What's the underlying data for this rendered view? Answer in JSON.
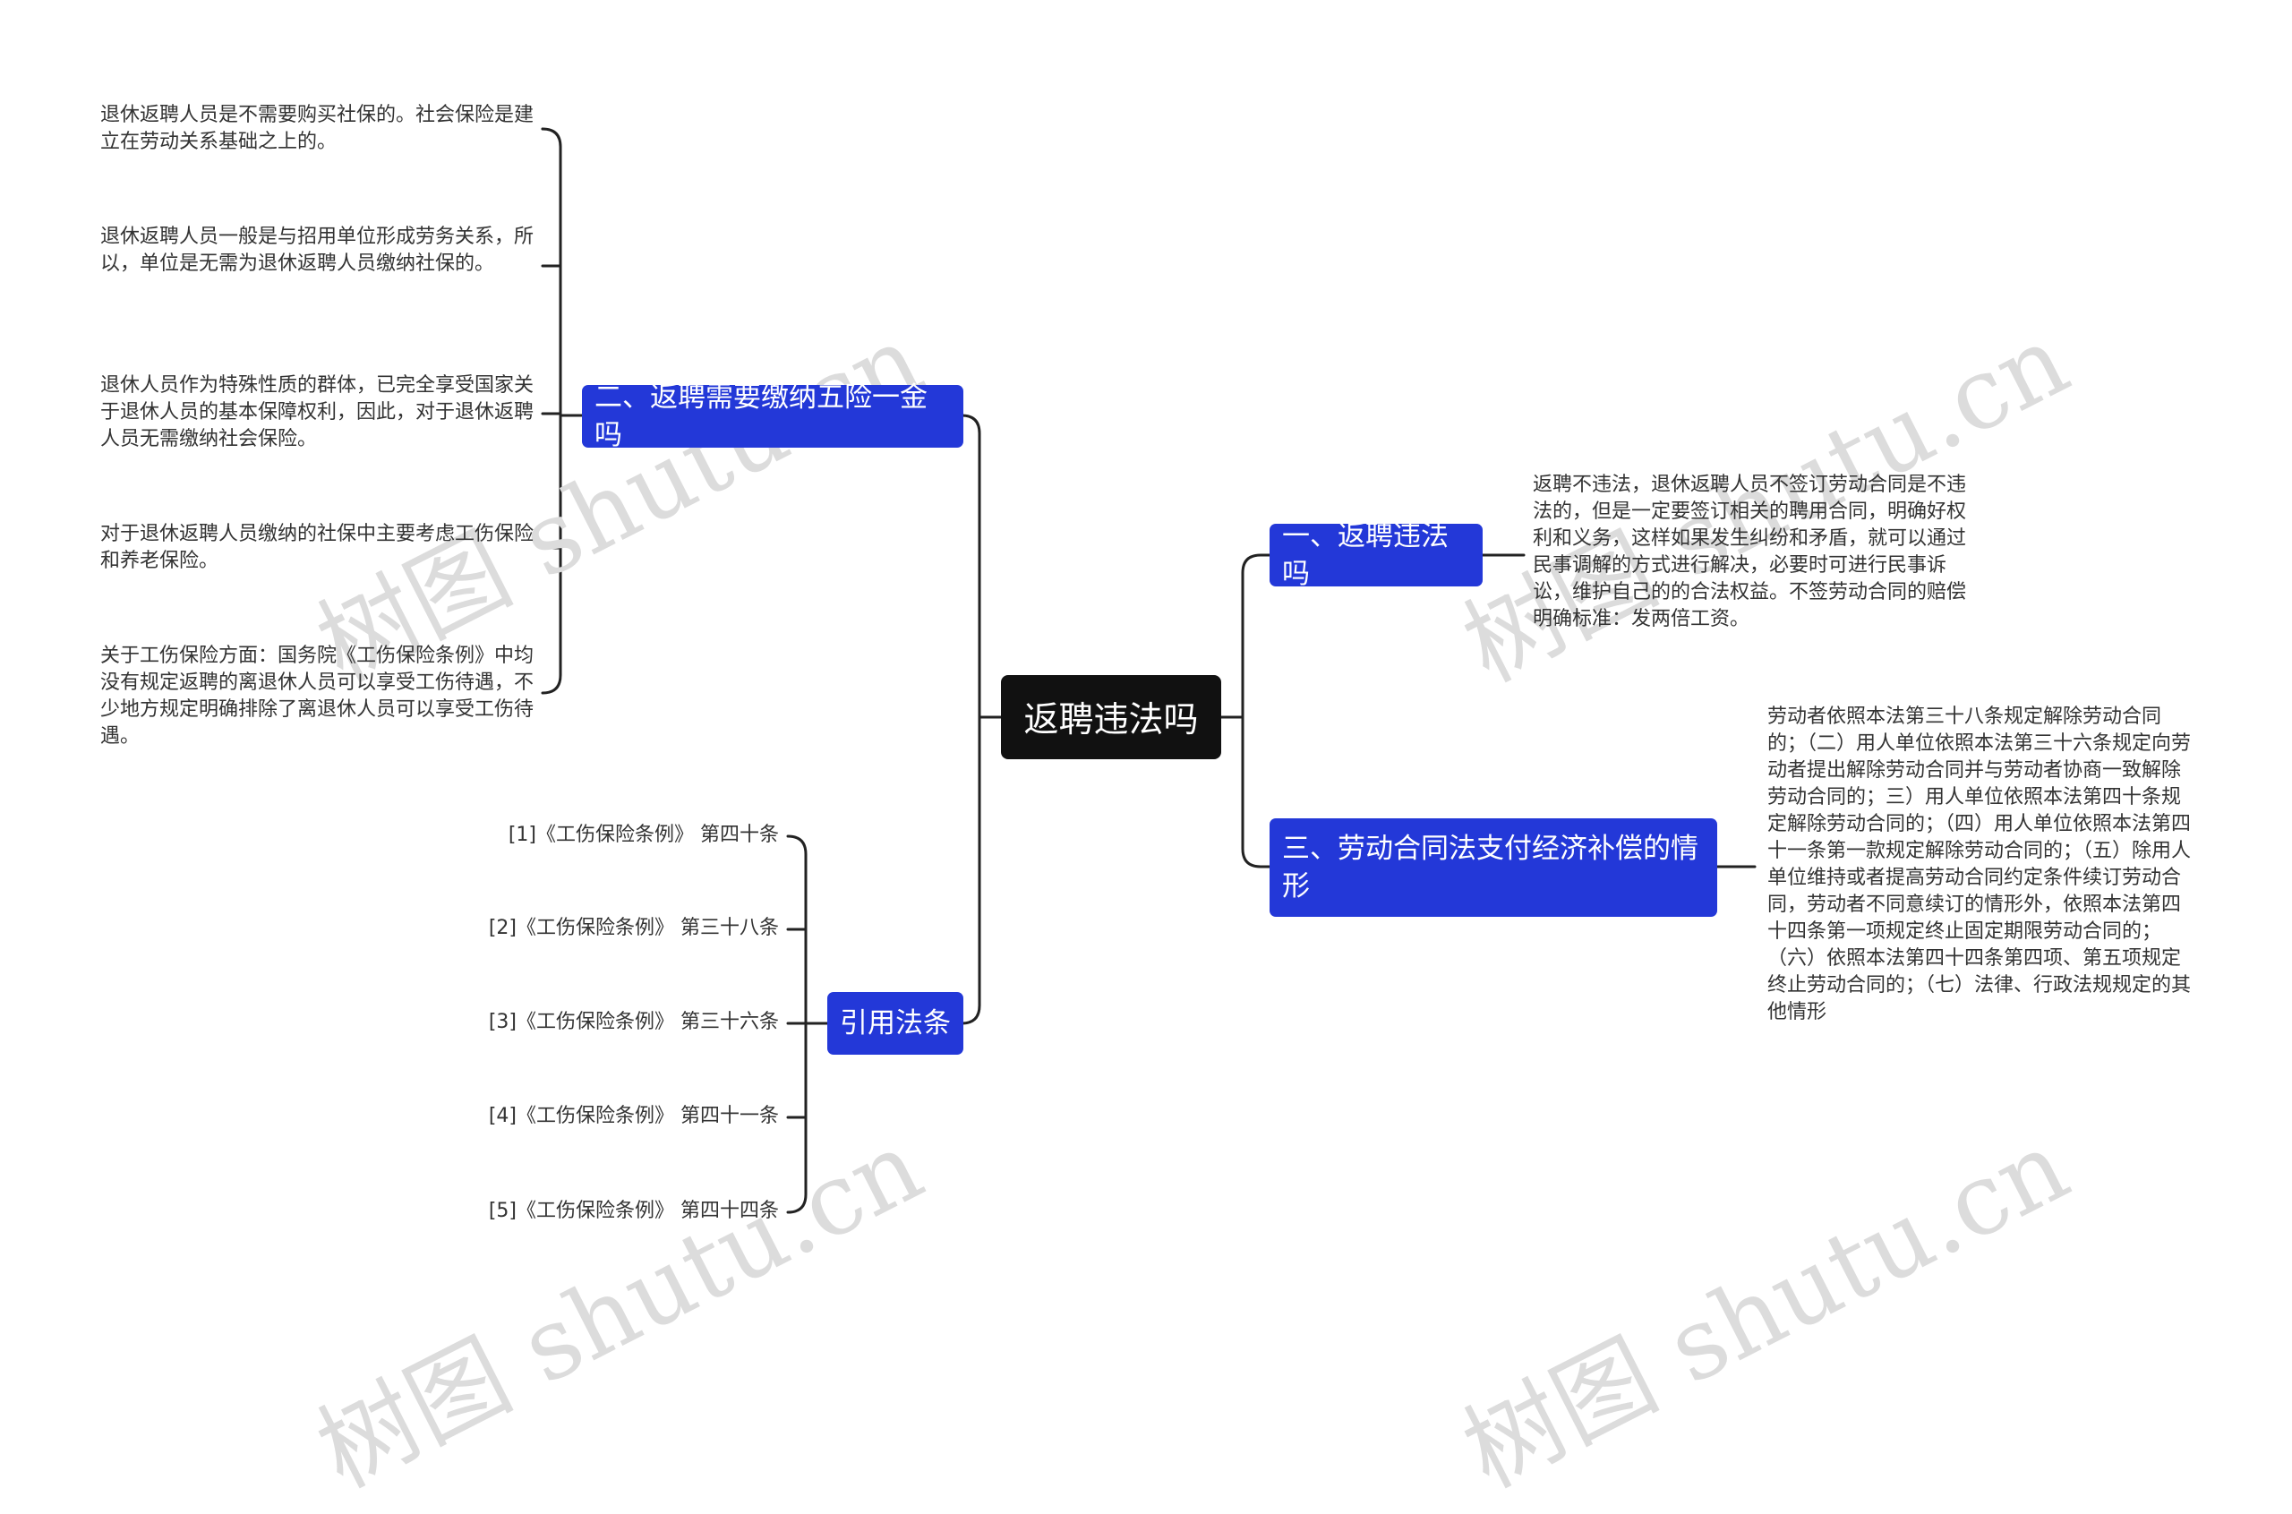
{
  "root": {
    "label": "返聘违法吗"
  },
  "branches": {
    "b1": {
      "label": "一、返聘违法吗"
    },
    "b2": {
      "label": "二、返聘需要缴纳五险一金吗"
    },
    "b3": {
      "label": "三、劳动合同法支付经济补偿的情形"
    },
    "b4": {
      "label": "引用法条"
    }
  },
  "leaves": {
    "b1_text": "返聘不违法，退休返聘人员不签订劳动合同是不违法的，但是一定要签订相关的聘用合同，明确好权利和义务，这样如果发生纠纷和矛盾，就可以通过民事调解的方式进行解决，必要时可进行民事诉讼，维护自己的的合法权益。不签劳动合同的赔偿明确标准：发两倍工资。",
    "b2_items": [
      "退休返聘人员是不需要购买社保的。社会保险是建立在劳动关系基础之上的。",
      "退休返聘人员一般是与招用单位形成劳务关系，所以，单位是无需为退休返聘人员缴纳社保的。",
      "退休人员作为特殊性质的群体，已完全享受国家关于退休人员的基本保障权利，因此，对于退休返聘人员无需缴纳社会保险。",
      "对于退休返聘人员缴纳的社保中主要考虑工伤保险和养老保险。",
      "关于工伤保险方面：国务院《工伤保险条例》中均没有规定返聘的离退休人员可以享受工伤待遇，不少地方规定明确排除了离退休人员可以享受工伤待遇。"
    ],
    "b3_text": "劳动者依照本法第三十八条规定解除劳动合同的；（二）用人单位依照本法第三十六条规定向劳动者提出解除劳动合同并与劳动者协商一致解除劳动合同的；三）用人单位依照本法第四十条规定解除劳动合同的；（四）用人单位依照本法第四十一条第一款规定解除劳动合同的；（五）除用人单位维持或者提高劳动合同约定条件续订劳动合同，劳动者不同意续订的情形外，依照本法第四十四条第一项规定终止固定期限劳动合同的；（六）依照本法第四十四条第四项、第五项规定终止劳动合同的；（七）法律、行政法规规定的其他情形",
    "b4_items": [
      "[1]《工伤保险条例》 第四十条",
      "[2]《工伤保险条例》 第三十八条",
      "[3]《工伤保险条例》 第三十六条",
      "[4]《工伤保险条例》 第四十一条",
      "[5]《工伤保险条例》 第四十四条"
    ]
  },
  "watermark": "树图 shutu.cn",
  "colors": {
    "root_bg": "#111111",
    "branch_bg": "#2338d8",
    "line": "#222222"
  }
}
